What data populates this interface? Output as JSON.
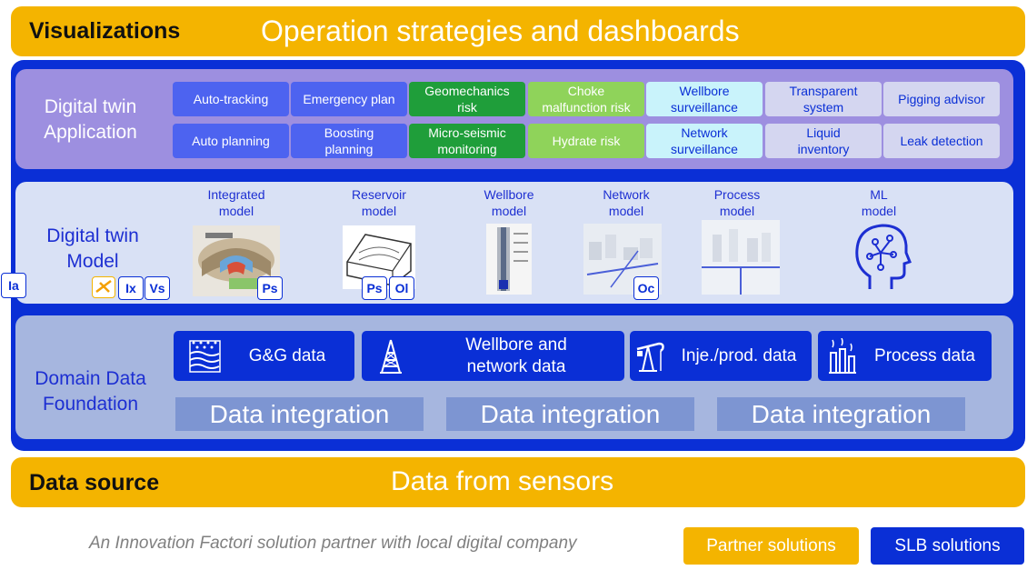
{
  "visualizations": {
    "title": "Visualizations",
    "subtitle": "Operation strategies and dashboards"
  },
  "app_layer": {
    "title_line1": "Digital twin",
    "title_line2": "Application",
    "chips": {
      "auto_tracking": "Auto-tracking",
      "auto_planning": "Auto planning",
      "emergency_plan": "Emergency plan",
      "boosting_1": "Boosting",
      "boosting_2": "planning",
      "geomech_1": "Geomechanics",
      "geomech_2": "risk",
      "microseis_1": "Micro-seismic",
      "microseis_2": "monitoring",
      "choke_1": "Choke",
      "choke_2": "malfunction risk",
      "hydrate": "Hydrate risk",
      "wellbore_1": "Wellbore",
      "wellbore_2": "surveillance",
      "network_1": "Network",
      "network_2": "surveillance",
      "transparent_1": "Transparent",
      "transparent_2": "system",
      "liquid_1": "Liquid",
      "liquid_2": "inventory",
      "pigging": "Pigging advisor",
      "leak": "Leak detection"
    }
  },
  "model_layer": {
    "title_line1": "Digital twin",
    "title_line2": "Model",
    "models": {
      "integrated_1": "Integrated",
      "integrated_2": "model",
      "reservoir_1": "Reservoir",
      "reservoir_2": "model",
      "wellbore_1": "Wellbore",
      "wellbore_2": "model",
      "network_1": "Network",
      "network_2": "model",
      "process_1": "Process",
      "process_2": "model",
      "ml_1": "ML",
      "ml_2": "model"
    },
    "badges": {
      "ia": "Ia",
      "ix": "Ix",
      "vs": "Vs",
      "ps": "Ps",
      "ol": "Ol",
      "oc": "Oc"
    }
  },
  "data_layer": {
    "title_line1": "Domain Data",
    "title_line2": "Foundation",
    "gg": "G&G data",
    "wellbore_1": "Wellbore and",
    "wellbore_2": "network data",
    "inje": "Inje./prod. data",
    "process": "Process data",
    "integration": [
      "Data integration",
      "Data integration",
      "Data integration"
    ]
  },
  "data_source": {
    "title": "Data source",
    "subtitle": "Data from sensors"
  },
  "footer": {
    "note": "An Innovation Factori solution partner with local digital company",
    "partner": "Partner solutions",
    "slb": "SLB solutions"
  },
  "colors": {
    "yellow": "#f4b400",
    "slb_blue": "#0a2fd6",
    "app_purple": "#9d8fe0",
    "model_bg": "#d9e1f5",
    "data_bg": "#a6b6df"
  }
}
